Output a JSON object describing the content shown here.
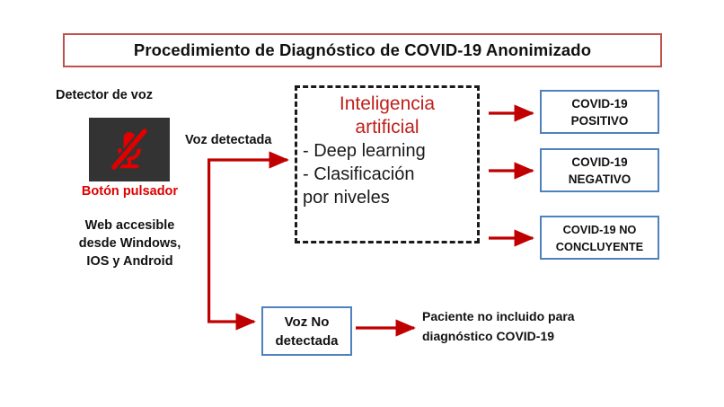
{
  "title": {
    "text": "Procedimiento de Diagnóstico de COVID-19 Anonimizado",
    "border_color": "#c0504d"
  },
  "left_column": {
    "detector_label": "Detector de voz",
    "mic_icon": "microphone-muted-icon",
    "button_caption": "Botón pulsador",
    "button_caption_color": "#e00000",
    "availability_note": "Web accesible desde Windows, IOS y Android",
    "availability_lines": [
      "Web accesible",
      "desde Windows,",
      "IOS y Android"
    ],
    "button_background": "#333333",
    "mic_color": "#e00000"
  },
  "flow": {
    "voice_detected_label": "Voz detectada",
    "arrow_color": "#c00000"
  },
  "ai_box": {
    "title_line1": "Inteligencia",
    "title_line2": "artificial",
    "title_color": "#c0201c",
    "items": [
      "- Deep learning",
      "- Clasificación",
      "por niveles"
    ],
    "border_style": "dashed",
    "border_color": "#1a1a1a"
  },
  "outcomes": [
    {
      "line1": "COVID-19",
      "line2": "POSITIVO",
      "border_color": "#4f81bd"
    },
    {
      "line1": "COVID-19",
      "line2": "NEGATIVO",
      "border_color": "#4f81bd"
    },
    {
      "line1": "COVID-19 NO",
      "line2": "CONCLUYENTE",
      "border_color": "#4f81bd"
    }
  ],
  "no_voice": {
    "line1": "Voz No",
    "line2": "detectada",
    "border_color": "#4f81bd"
  },
  "final_note": {
    "line1": "Paciente no incluido para",
    "line2": "diagnóstico COVID-19"
  }
}
